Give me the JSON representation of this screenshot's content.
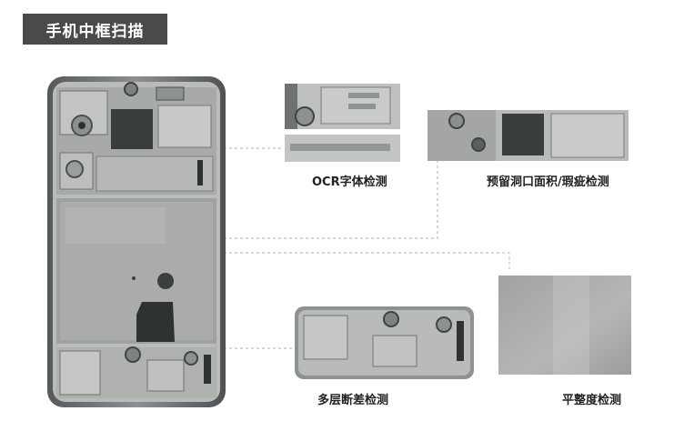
{
  "title": "手机中框扫描",
  "captions": {
    "ocr": "OCR字体检测",
    "holes": "预留洞口面积/瑕疵检测",
    "step": "多层断差检测",
    "flatness": "平整度检测"
  },
  "colors": {
    "badge_bg": "#4a4a4a",
    "guide_line": "#b0b0b0",
    "metal_light": "#c9cbc8",
    "metal_dark": "#3a3d3d"
  }
}
